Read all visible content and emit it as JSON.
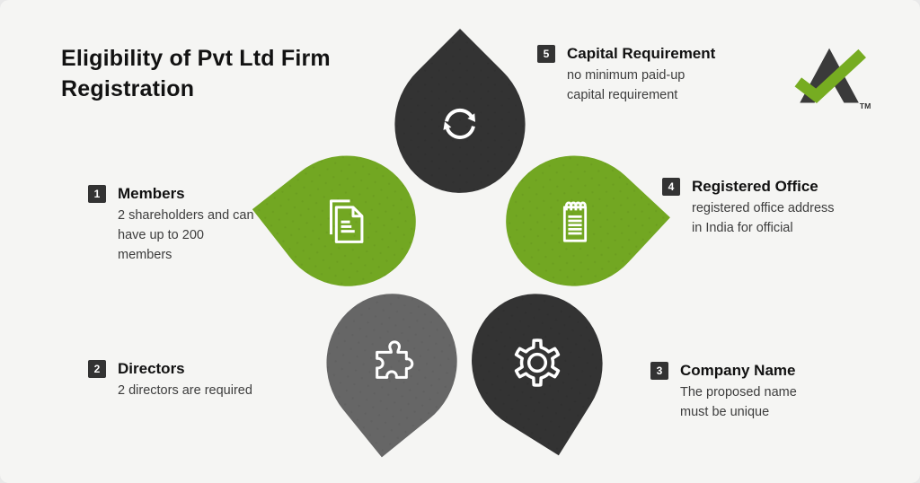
{
  "title": {
    "line1": "Eligibility of Pvt Ltd Firm",
    "line2": "Registration"
  },
  "logo": {
    "tm_label": "TM"
  },
  "items": [
    {
      "num": "1",
      "title": "Members",
      "lines": [
        "2 shareholders and can",
        "have up to 200",
        "members"
      ]
    },
    {
      "num": "2",
      "title": "Directors",
      "lines": [
        "2 directors are required"
      ]
    },
    {
      "num": "3",
      "title": "Company Name",
      "lines": [
        "The proposed name",
        "must be unique"
      ]
    },
    {
      "num": "4",
      "title": "Registered Office",
      "lines": [
        "registered office address",
        "in India for official"
      ]
    },
    {
      "num": "5",
      "title": "Capital Requirement",
      "lines": [
        "no minimum paid-up",
        "capital requirement"
      ]
    }
  ],
  "petals": [
    {
      "label": "capital-requirement",
      "icon": "refresh-icon",
      "color": "#333333"
    },
    {
      "label": "members",
      "icon": "documents-icon",
      "color": "#72a722"
    },
    {
      "label": "registered-office",
      "icon": "notepad-icon",
      "color": "#72a722"
    },
    {
      "label": "directors",
      "icon": "puzzle-icon",
      "color": "#666666"
    },
    {
      "label": "company-name",
      "icon": "gear-icon",
      "color": "#333333"
    }
  ],
  "colors": {
    "background": "#f5f5f3",
    "green": "#72a722",
    "dark": "#333333",
    "gray": "#666666",
    "badge": "#333333",
    "heading_text": "#111111",
    "body_text": "#3d3d3d",
    "icon_stroke": "#ffffff",
    "logo_green": "#76ac21",
    "logo_dark": "#3a3a3a"
  }
}
